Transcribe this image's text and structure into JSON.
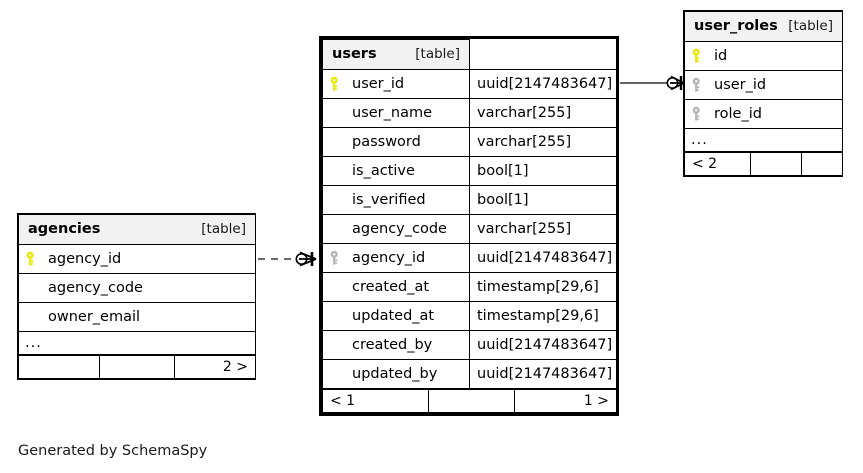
{
  "diagram": {
    "generator_note": "Generated by SchemaSpy",
    "table_tag": "[table]",
    "ellipsis": "...",
    "colors": {
      "primary_key": "#e8e800",
      "foreign_key": "#b3b3b3",
      "header_background": "#f2f2f2",
      "border": "#000000",
      "background": "#ffffff"
    }
  },
  "tables": {
    "users": {
      "name": "users",
      "tag": "[table]",
      "columns": [
        {
          "key": "primary",
          "name": "user_id",
          "type": "uuid[2147483647]"
        },
        {
          "key": "none",
          "name": "user_name",
          "type": "varchar[255]"
        },
        {
          "key": "none",
          "name": "password",
          "type": "varchar[255]"
        },
        {
          "key": "none",
          "name": "is_active",
          "type": "bool[1]"
        },
        {
          "key": "none",
          "name": "is_verified",
          "type": "bool[1]"
        },
        {
          "key": "none",
          "name": "agency_code",
          "type": "varchar[255]"
        },
        {
          "key": "foreign",
          "name": "agency_id",
          "type": "uuid[2147483647]"
        },
        {
          "key": "none",
          "name": "created_at",
          "type": "timestamp[29,6]"
        },
        {
          "key": "none",
          "name": "updated_at",
          "type": "timestamp[29,6]"
        },
        {
          "key": "none",
          "name": "created_by",
          "type": "uuid[2147483647]"
        },
        {
          "key": "none",
          "name": "updated_by",
          "type": "uuid[2147483647]"
        }
      ],
      "footer": {
        "left": "< 1",
        "middle": "",
        "right": "1 >"
      }
    },
    "user_roles": {
      "name": "user_roles",
      "tag": "[table]",
      "columns": [
        {
          "key": "primary",
          "name": "id"
        },
        {
          "key": "foreign",
          "name": "user_id"
        },
        {
          "key": "foreign",
          "name": "role_id"
        }
      ],
      "footer": {
        "left": "< 2",
        "middle": "",
        "right": ""
      }
    },
    "agencies": {
      "name": "agencies",
      "tag": "[table]",
      "columns": [
        {
          "key": "primary",
          "name": "agency_id"
        },
        {
          "key": "none",
          "name": "agency_code"
        },
        {
          "key": "none",
          "name": "owner_email"
        }
      ],
      "footer": {
        "left": "",
        "middle": "",
        "right": "2 >"
      }
    }
  },
  "relationships": [
    {
      "name": "users-to-user-roles",
      "from_table": "users",
      "from_column": "user_id",
      "to_table": "user_roles",
      "to_column": "user_id",
      "style": "solid",
      "cardinality": "zero-or-many"
    },
    {
      "name": "agencies-to-users",
      "from_table": "agencies",
      "from_column": "agency_id",
      "to_table": "users",
      "to_column": "agency_id",
      "style": "dashed",
      "cardinality": "zero-or-many"
    }
  ]
}
